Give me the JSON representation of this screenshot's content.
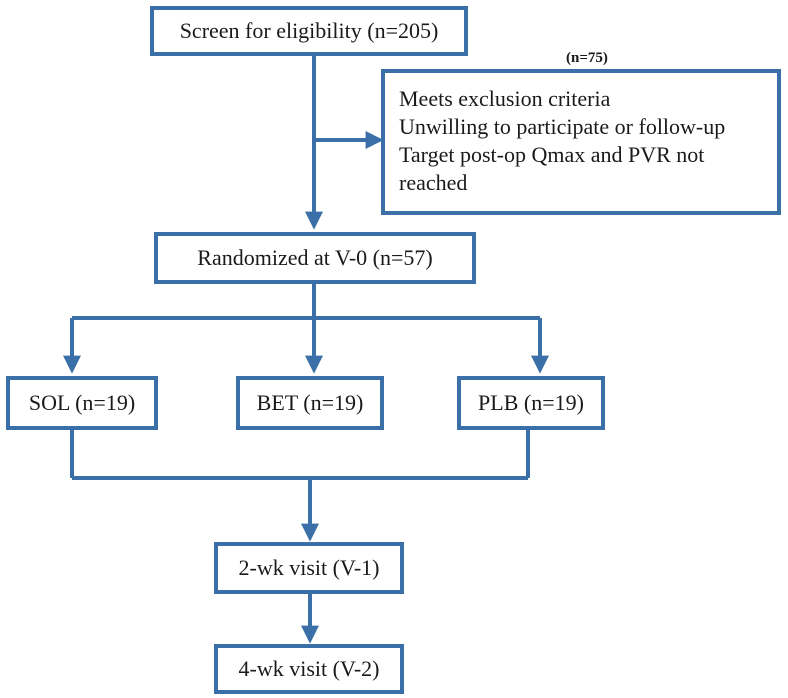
{
  "boxes": {
    "screen": "Screen for eligibility (n=205)",
    "exclusion_count": "(n=75)",
    "exclusion_lines": [
      "Meets exclusion criteria",
      "Unwilling to participate or follow-up",
      "Target post-op Qmax and PVR not",
      "reached"
    ],
    "randomized": "Randomized at V-0 (n=57)",
    "sol": "SOL (n=19)",
    "bet": "BET (n=19)",
    "plb": "PLB (n=19)",
    "visit1": "2-wk visit (V-1)",
    "visit2": "4-wk visit (V-2)"
  },
  "colors": {
    "border": "#3a6fa8",
    "connector": "#3a6fa8"
  }
}
